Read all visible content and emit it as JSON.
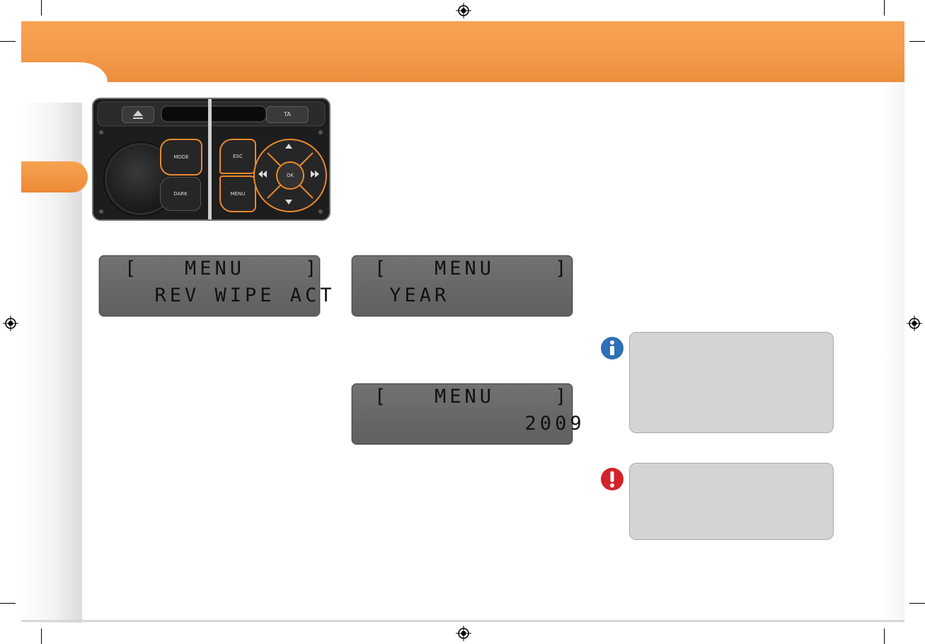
{
  "radio": {
    "ta_label": "TA",
    "mode_label": "MODE",
    "dark_label": "DARK",
    "esc_label": "ESC",
    "menu_label": "MENU",
    "ok_label": "OK"
  },
  "screens": [
    {
      "line1": "[   MENU    ]",
      "line2": "  REV WIPE ACT"
    },
    {
      "line1": "[   MENU    ]",
      "line2": " YEAR"
    },
    {
      "line1": "[   MENU    ]",
      "line2": "          2009"
    }
  ],
  "notes": [
    {
      "icon": "info-icon",
      "symbol": "i",
      "color": "#2e6fb5"
    },
    {
      "icon": "warning-icon",
      "symbol": "!",
      "color": "#d2232a"
    }
  ],
  "colors": {
    "accent": "#f39a4a",
    "note_fill": "#d4d4d4",
    "lcd": "#666666"
  }
}
